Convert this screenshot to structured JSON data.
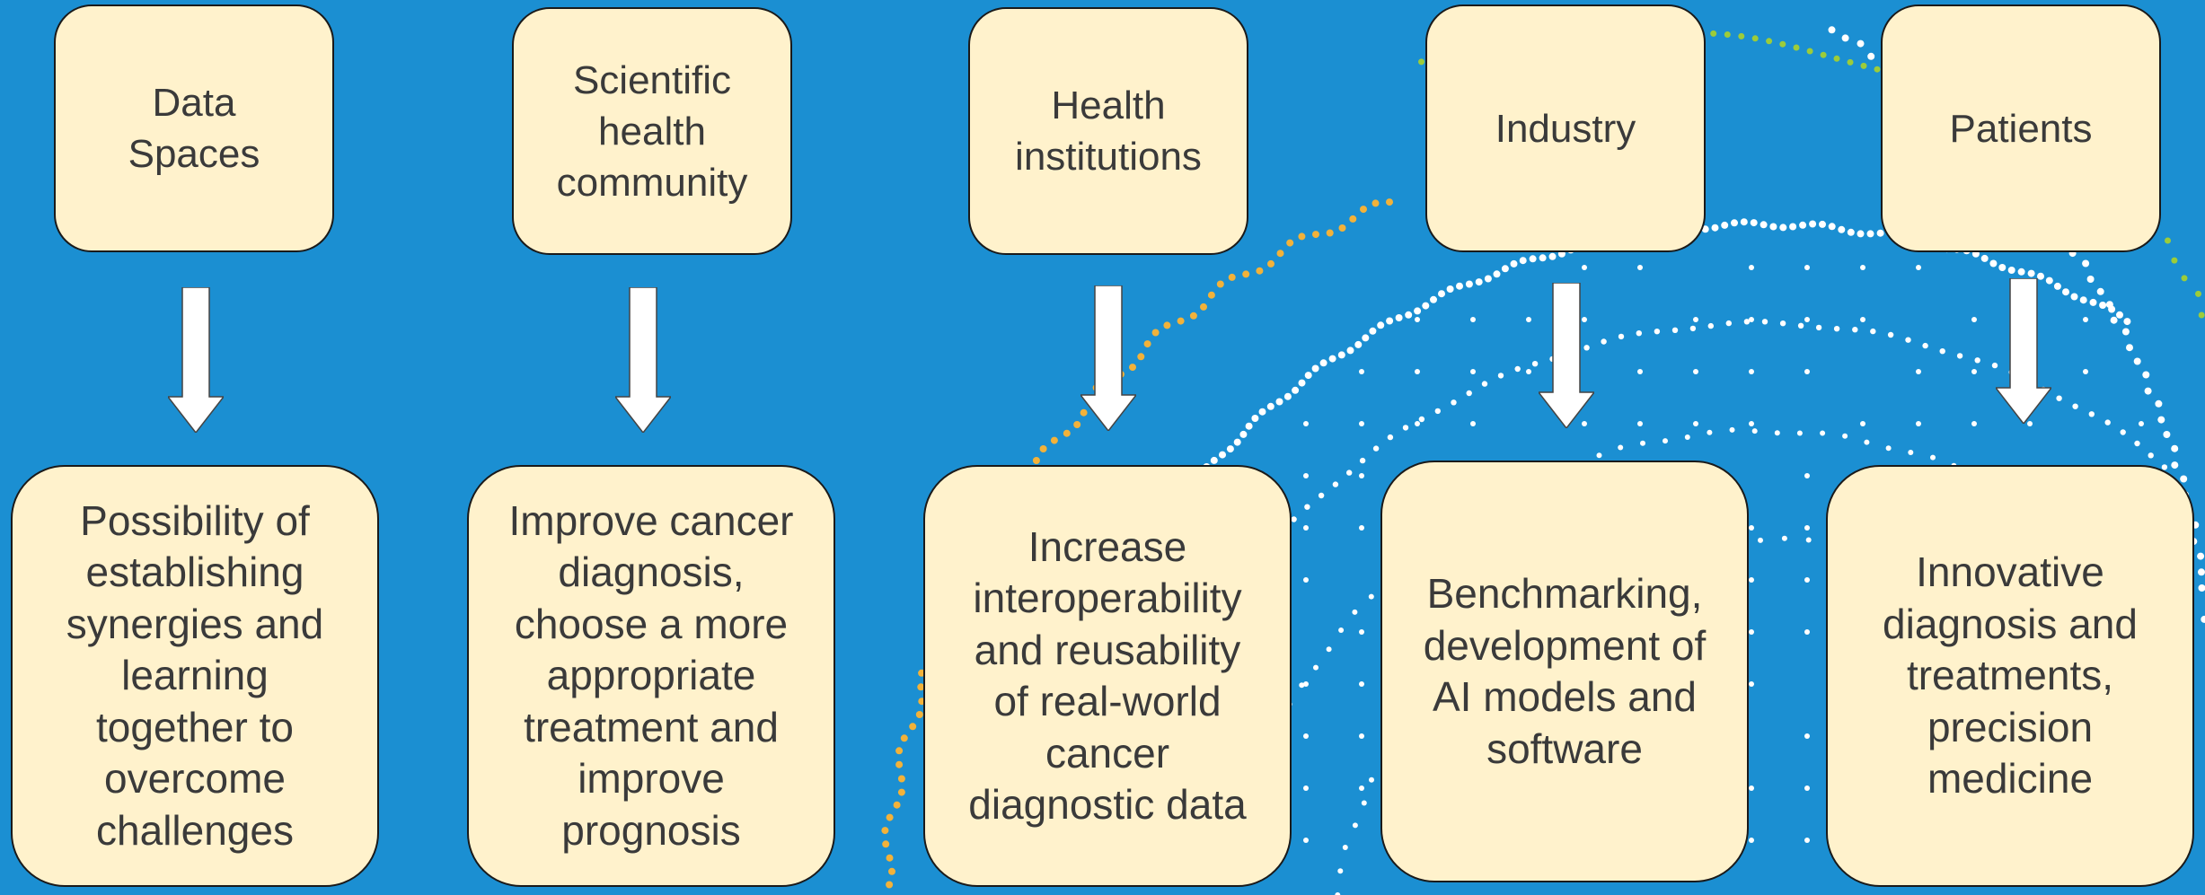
{
  "colors": {
    "background": "#1b8fd2",
    "box_fill": "#fff2cc",
    "box_border": "#1a1a1a",
    "text": "#3a3a3a",
    "arrow_fill": "#ffffff",
    "dots_white": "#ffffff",
    "dots_orange": "#f2b23a",
    "dots_green": "#9ccc3a"
  },
  "columns": [
    {
      "stakeholder": "Data\nSpaces",
      "benefit": "Possibility of\nestablishing\nsynergies and\nlearning\ntogether to\novercome\nchallenges"
    },
    {
      "stakeholder": "Scientific\nhealth\ncommunity",
      "benefit": "Improve cancer\ndiagnosis,\nchoose a more\nappropriate\ntreatment and\nimprove\nprognosis"
    },
    {
      "stakeholder": "Health\ninstitutions",
      "benefit": "Increase\ninteroperability\nand reusability\nof real-world\ncancer\ndiagnostic data"
    },
    {
      "stakeholder": "Industry",
      "benefit": "Benchmarking,\ndevelopment of\nAI models and\nsoftware"
    },
    {
      "stakeholder": "Patients",
      "benefit": "Innovative\ndiagnosis and\ntreatments,\nprecision\nmedicine"
    }
  ]
}
